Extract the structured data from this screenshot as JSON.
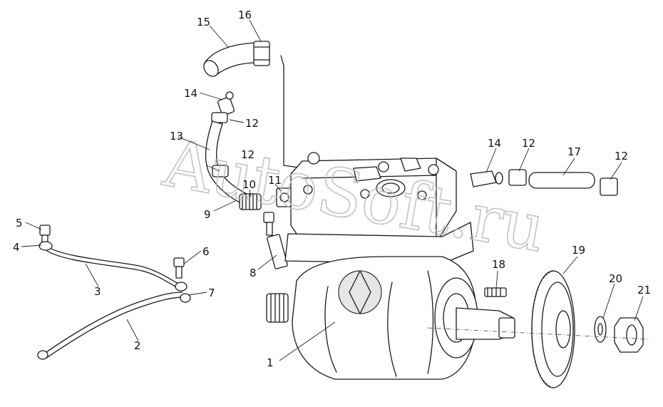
{
  "watermark": {
    "text": "AutoSoft.ru"
  },
  "callouts": {
    "c1": "1",
    "c2": "2",
    "c3": "3",
    "c4": "4",
    "c5": "5",
    "c6": "6",
    "c7": "7",
    "c8": "8",
    "c9": "9",
    "c10": "10",
    "c11": "11",
    "c12a": "12",
    "c12b": "12",
    "c12c": "12",
    "c12d": "12",
    "c13": "13",
    "c14a": "14",
    "c14b": "14",
    "c15": "15",
    "c16": "16",
    "c17": "17",
    "c18": "18",
    "c19": "19",
    "c20": "20",
    "c21": "21"
  }
}
